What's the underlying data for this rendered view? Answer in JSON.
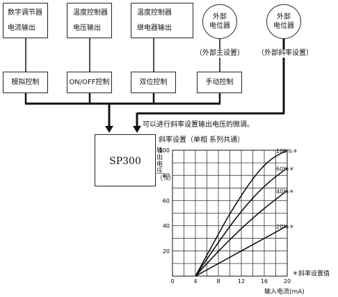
{
  "top_devices": [
    {
      "line1": "数字调节器",
      "line2": "电流输出"
    },
    {
      "line1": "温度控制器",
      "line2": "电压输出"
    },
    {
      "line1": "温度控制器",
      "line2": "继电器输出"
    }
  ],
  "potentiometers": [
    {
      "line1": "外部",
      "line2": "电位器",
      "caption": "（外部主设置）"
    },
    {
      "line1": "外部",
      "line2": "电位器",
      "caption": "（外部斜率设置）"
    }
  ],
  "controls": [
    "模拟控制",
    "ON/OFF控制",
    "双位控制",
    "手动控制"
  ],
  "fine_tune_note": "可以进行斜率设置输出电压的微调。",
  "device_name": "SP300",
  "chart_title": "斜率设置（单相 系列共通）",
  "chart_data": {
    "type": "line",
    "ylabel": "输出电压（%）",
    "xlabel": "输入电流(mA)",
    "xlim": [
      0,
      20
    ],
    "ylim": [
      0,
      100
    ],
    "x_ticks": [
      "0",
      "4",
      "8",
      "12",
      "16",
      "20"
    ],
    "y_ticks": [
      "20",
      "40",
      "60",
      "80",
      "100"
    ],
    "grid": true,
    "series": [
      {
        "label": "100％＊",
        "points": [
          [
            4,
            0
          ],
          [
            7,
            25
          ],
          [
            10,
            50
          ],
          [
            14,
            78
          ],
          [
            17,
            93
          ],
          [
            20,
            100
          ]
        ]
      },
      {
        "label": "60％＊",
        "points": [
          [
            4,
            0
          ],
          [
            8,
            27
          ],
          [
            12,
            52
          ],
          [
            16,
            72
          ],
          [
            20,
            86
          ]
        ]
      },
      {
        "label": "40％＊",
        "points": [
          [
            4,
            0
          ],
          [
            8,
            20
          ],
          [
            12,
            38
          ],
          [
            16,
            54
          ],
          [
            20,
            68
          ]
        ]
      },
      {
        "label": "20％＊",
        "points": [
          [
            4,
            0
          ],
          [
            8,
            10
          ],
          [
            12,
            20
          ],
          [
            16,
            30
          ],
          [
            20,
            40
          ]
        ]
      }
    ],
    "footnote": "＊斜率设置值"
  }
}
